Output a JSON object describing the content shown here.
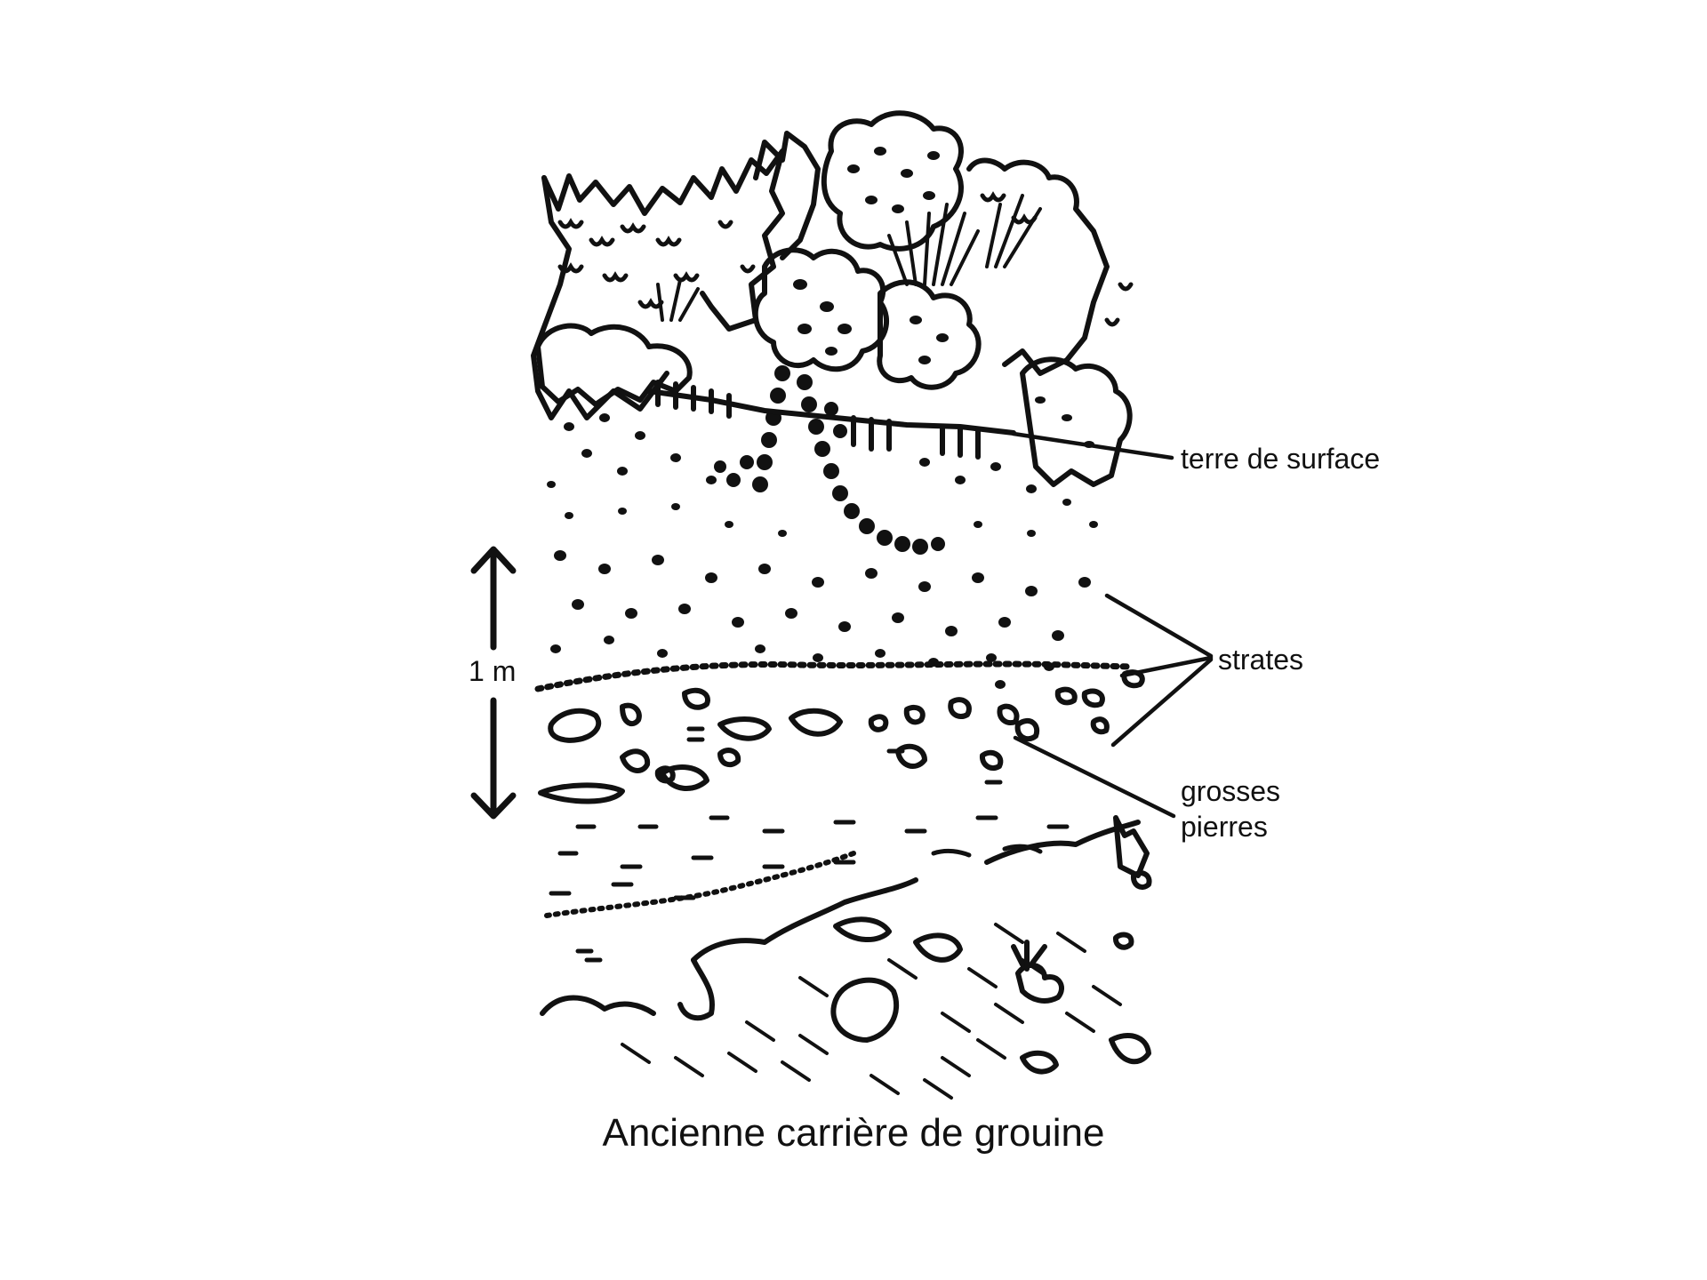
{
  "labels": {
    "surface": "terre de surface",
    "strata": "strates",
    "stones_line1": "grosses",
    "stones_line2": "pierres",
    "scale": "1 m"
  },
  "caption": "Ancienne carrière de grouine",
  "colors": {
    "ink": "#111111",
    "background": "#ffffff"
  }
}
